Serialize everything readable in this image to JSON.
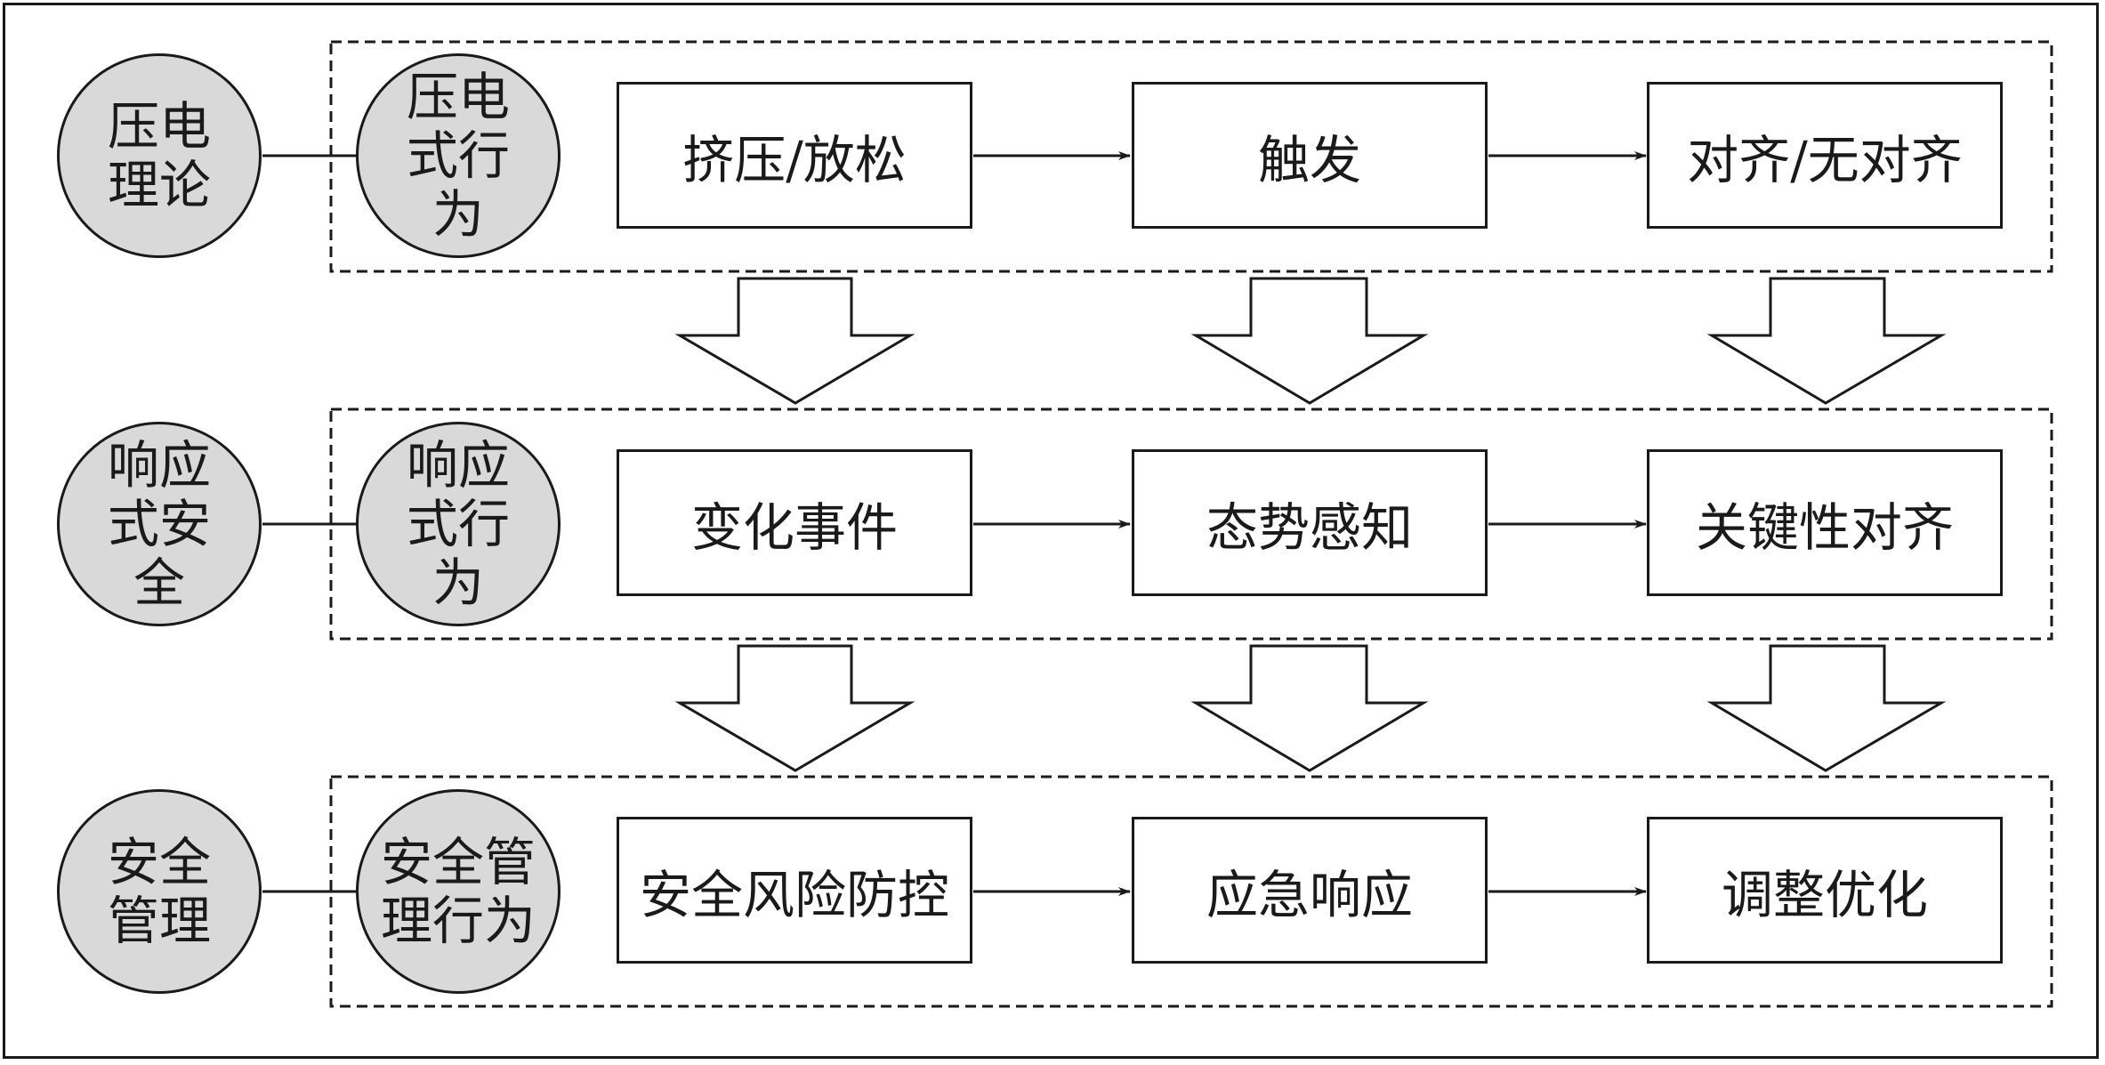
{
  "rows": [
    {
      "theory": "压电理论",
      "behavior": "压电式行为",
      "steps": [
        "挤压/放松",
        "触发",
        "对齐/无对齐"
      ]
    },
    {
      "theory": "响应式安全",
      "behavior": "响应式行为",
      "steps": [
        "变化事件",
        "态势感知",
        "关键性对齐"
      ]
    },
    {
      "theory": "安全管理",
      "behavior": "安全管理行为",
      "steps": [
        "安全风险防控",
        "应急响应",
        "调整优化"
      ]
    }
  ]
}
